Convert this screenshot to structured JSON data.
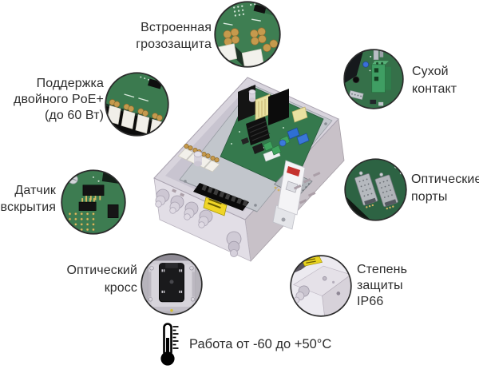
{
  "callouts": {
    "surge": {
      "lines": [
        "Встроенная",
        "грозозащита"
      ]
    },
    "poe": {
      "lines": [
        "Поддержка",
        "двойного PoE+",
        "(до 60 Вт)"
      ]
    },
    "tamper": {
      "lines": [
        "Датчик",
        "вскрытия"
      ]
    },
    "cross": {
      "lines": [
        "Оптический",
        "кросс"
      ]
    },
    "dry": {
      "lines": [
        "Сухой",
        "контакт"
      ]
    },
    "ports": {
      "lines": [
        "Оптические",
        "порты"
      ]
    },
    "ip66": {
      "lines": [
        "Степень",
        "защиты",
        "IP66"
      ]
    }
  },
  "footer": {
    "label": "Работа от -60 до +50°C",
    "icon": "thermometer-icon"
  },
  "icons": {
    "surge": "surge-protection-photo",
    "poe": "poe-ports-photo",
    "tamper": "tamper-sensor-photo",
    "cross": "optical-cross-photo",
    "dry": "dry-contact-photo",
    "ports": "sfp-ports-photo",
    "ip66": "ip66-enclosure-photo",
    "product": "opened-enclosure-photo"
  },
  "colors": {
    "background": "#ffffff",
    "text": "#2d2d2d",
    "circle_border": "#2b2b2b",
    "pcb_green": "#35794d",
    "enclosure_gray": "#d8d4dd",
    "component_yellow": "#e9e2a2",
    "component_blue": "#2e6fd3",
    "terminal_green": "#3fa45e",
    "warning_yellow": "#f0d527",
    "gold": "#c6994a"
  }
}
